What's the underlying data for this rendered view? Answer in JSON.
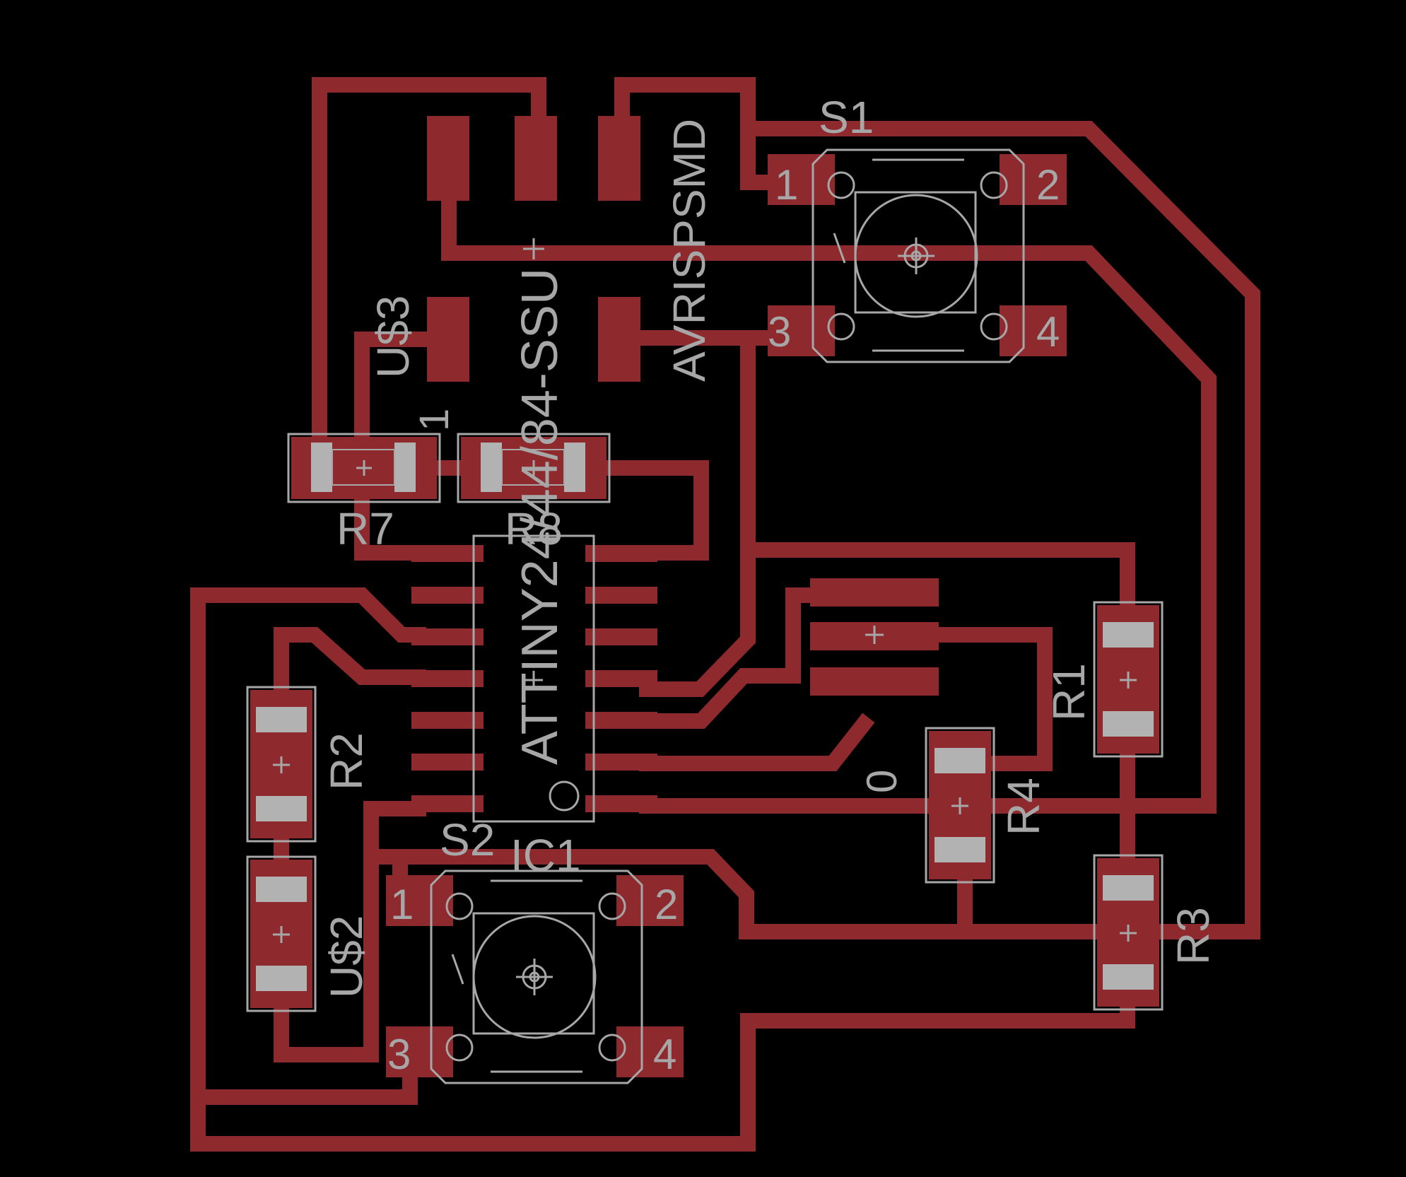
{
  "colors": {
    "background": "#000000",
    "copper": "#8e2a2d",
    "silkscreen": "#a7a7a7",
    "resistor_body": "#b2b2b2"
  },
  "labels": {
    "header_name": "AVRISPSMD",
    "header_ref": "U$3",
    "header_pin1": "1",
    "ic_name": "ATTINY24/44/84-SSU",
    "ic_ref": "IC1",
    "switch1_ref": "S1",
    "switch2_ref": "S2",
    "switch_pin1": "1",
    "switch_pin2": "2",
    "switch_pin3": "3",
    "switch_pin4": "4",
    "r1": "R1",
    "r2": "R2",
    "r3": "R3",
    "r4": "R4",
    "r4_value": "0",
    "r7": "R7",
    "r8": "R8",
    "u2": "U$2"
  }
}
